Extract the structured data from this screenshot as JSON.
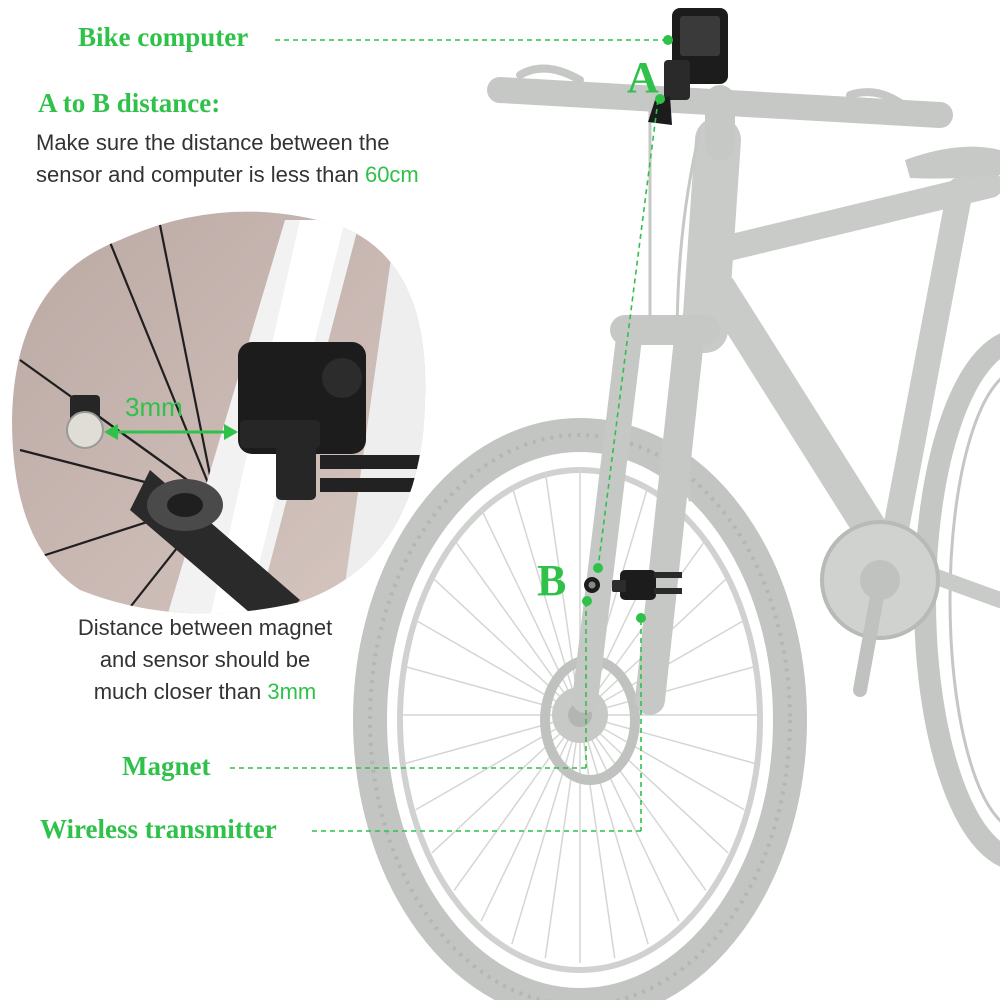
{
  "labels": {
    "bike_computer": "Bike computer",
    "ab_distance_title": "A to B distance:",
    "ab_line1": "Make sure the distance between the",
    "ab_line2_prefix": "sensor and computer is less than ",
    "ab_line2_value": "60cm",
    "point_a": "A",
    "point_b": "B",
    "gap": "3mm",
    "dist_line1": "Distance between magnet",
    "dist_line2": "and sensor should be",
    "dist_line3_prefix": "much closer than ",
    "dist_line3_value": "3mm",
    "magnet": "Magnet",
    "transmitter": "Wireless transmitter"
  },
  "colors": {
    "accent_green": "#2fc14a",
    "text": "#333333",
    "bike_gray": "#c9cbc9",
    "device_black": "#1c1c1c"
  }
}
